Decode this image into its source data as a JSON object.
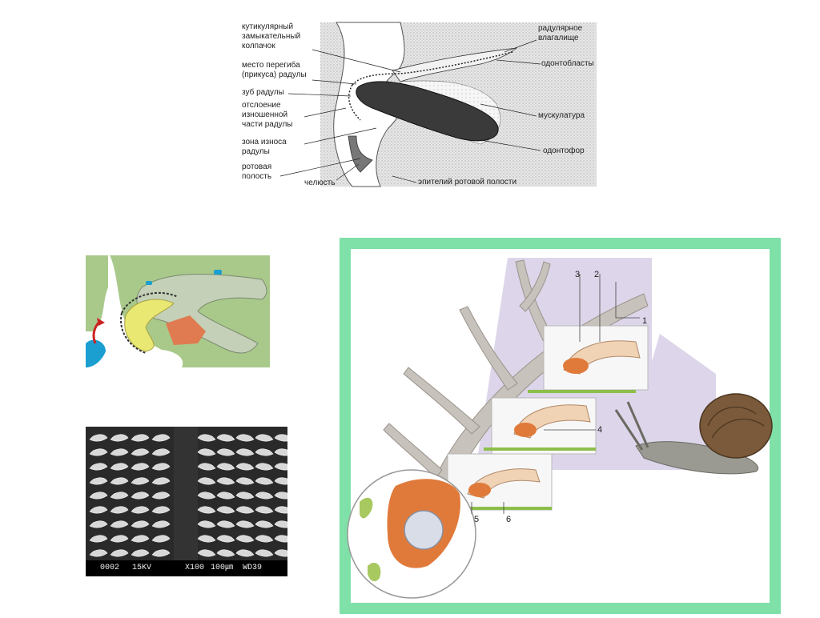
{
  "top_figure": {
    "labels": {
      "cuticular_cap": "кутикулярный\nзамыкательный\nколпачок",
      "bend_place": "место перегиба\n(прикуса) радулы",
      "radula_tooth": "зуб радулы",
      "worn_detachment": "отслоение\nизношенной\nчасти радулы",
      "wear_zone": "зона износа\nрадулы",
      "oral_cavity": "ротовая\nполость",
      "jaw": "челюсть",
      "radular_sac": "радулярное\nвлагалище",
      "odontoblasts": "одонтобласты",
      "musculature": "мускулатура",
      "odontophore": "одонтофор",
      "oral_epithelium": "эпителий ротовой полости"
    }
  },
  "sem_image": {
    "caption_parts": [
      "0002",
      "15KV",
      "X100",
      "100㎛",
      "WD39"
    ]
  },
  "snail_figure": {
    "numbers": [
      "1",
      "2",
      "3",
      "4",
      "5",
      "6"
    ]
  },
  "colors": {
    "frame_green": "#7fe0a8",
    "lilac": "#ddd6ea",
    "orange": "#e07a3a",
    "tan": "#f0d2b4",
    "gray_green_bg": "#a9c98a",
    "cyan": "#1a9fd0"
  }
}
